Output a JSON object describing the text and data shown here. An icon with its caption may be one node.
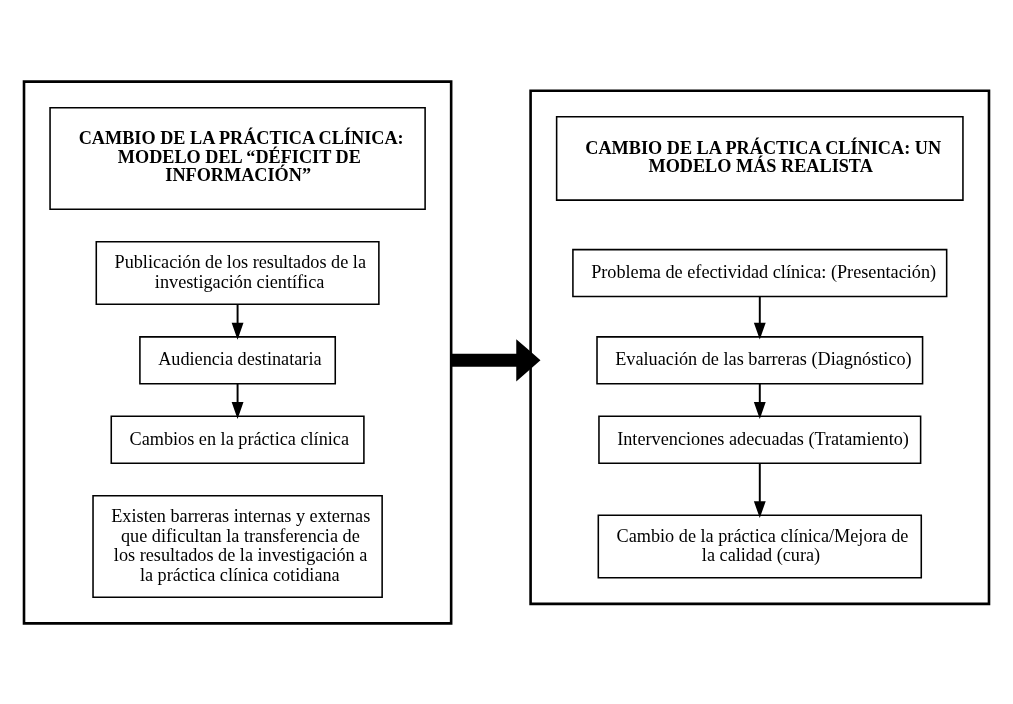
{
  "diagram": {
    "nodes": [
      {
        "text": [],
        "shape": "box"
      },
      {
        "text": [
          "CAMBIO DE LA PRÁCTICA CLÍNICA: MODELO DEL “DÉFICIT DE INFORMACIÓN”"
        ],
        "in": 0
      },
      {
        "text": [
          "Publicación de los resultados de la investigación científica"
        ],
        "in": 0
      },
      {
        "text": [
          "Audiencia destinataria"
        ],
        "in": 0
      },
      {
        "text": [
          "Cambios en la práctica clínica"
        ],
        "in": 0
      },
      {
        "text": [
          "Existen barreras internas y externas que dificultan la transferencia de los resultados de la investigación a la práctica clínica cotidiana"
        ],
        "in": 0
      },
      {
        "text": [],
        "shape": "box"
      },
      {
        "text": [
          "CAMBIO DE LA PRÁCTICA CLÍNICA: UN MODELO MÁS REALISTA"
        ],
        "in": 6
      },
      {
        "text": [
          "Problema de efectividad clínica: (Presentación)"
        ],
        "in": 6
      },
      {
        "text": [
          "Evaluación de las barreras (Diagnóstico)"
        ],
        "in": 6
      },
      {
        "text": [
          "Intervenciones adecuadas (Tratamiento)"
        ],
        "in": 6
      },
      {
        "text": [
          "Cambio de la práctica clínica/Mejora de la calidad (cura)"
        ],
        "in": 6
      }
    ],
    "edges": [
      {
        "from": 2,
        "to": 3,
        "arrow": "to"
      },
      {
        "from": 3,
        "to": 4,
        "arrow": "to"
      },
      {
        "from": 0,
        "to": 6,
        "arrow": "to",
        "style": "thick"
      },
      {
        "from": 8,
        "to": 9,
        "arrow": "to"
      },
      {
        "from": 9,
        "to": 10,
        "arrow": "to"
      },
      {
        "from": 10,
        "to": 11,
        "arrow": "to"
      }
    ]
  }
}
